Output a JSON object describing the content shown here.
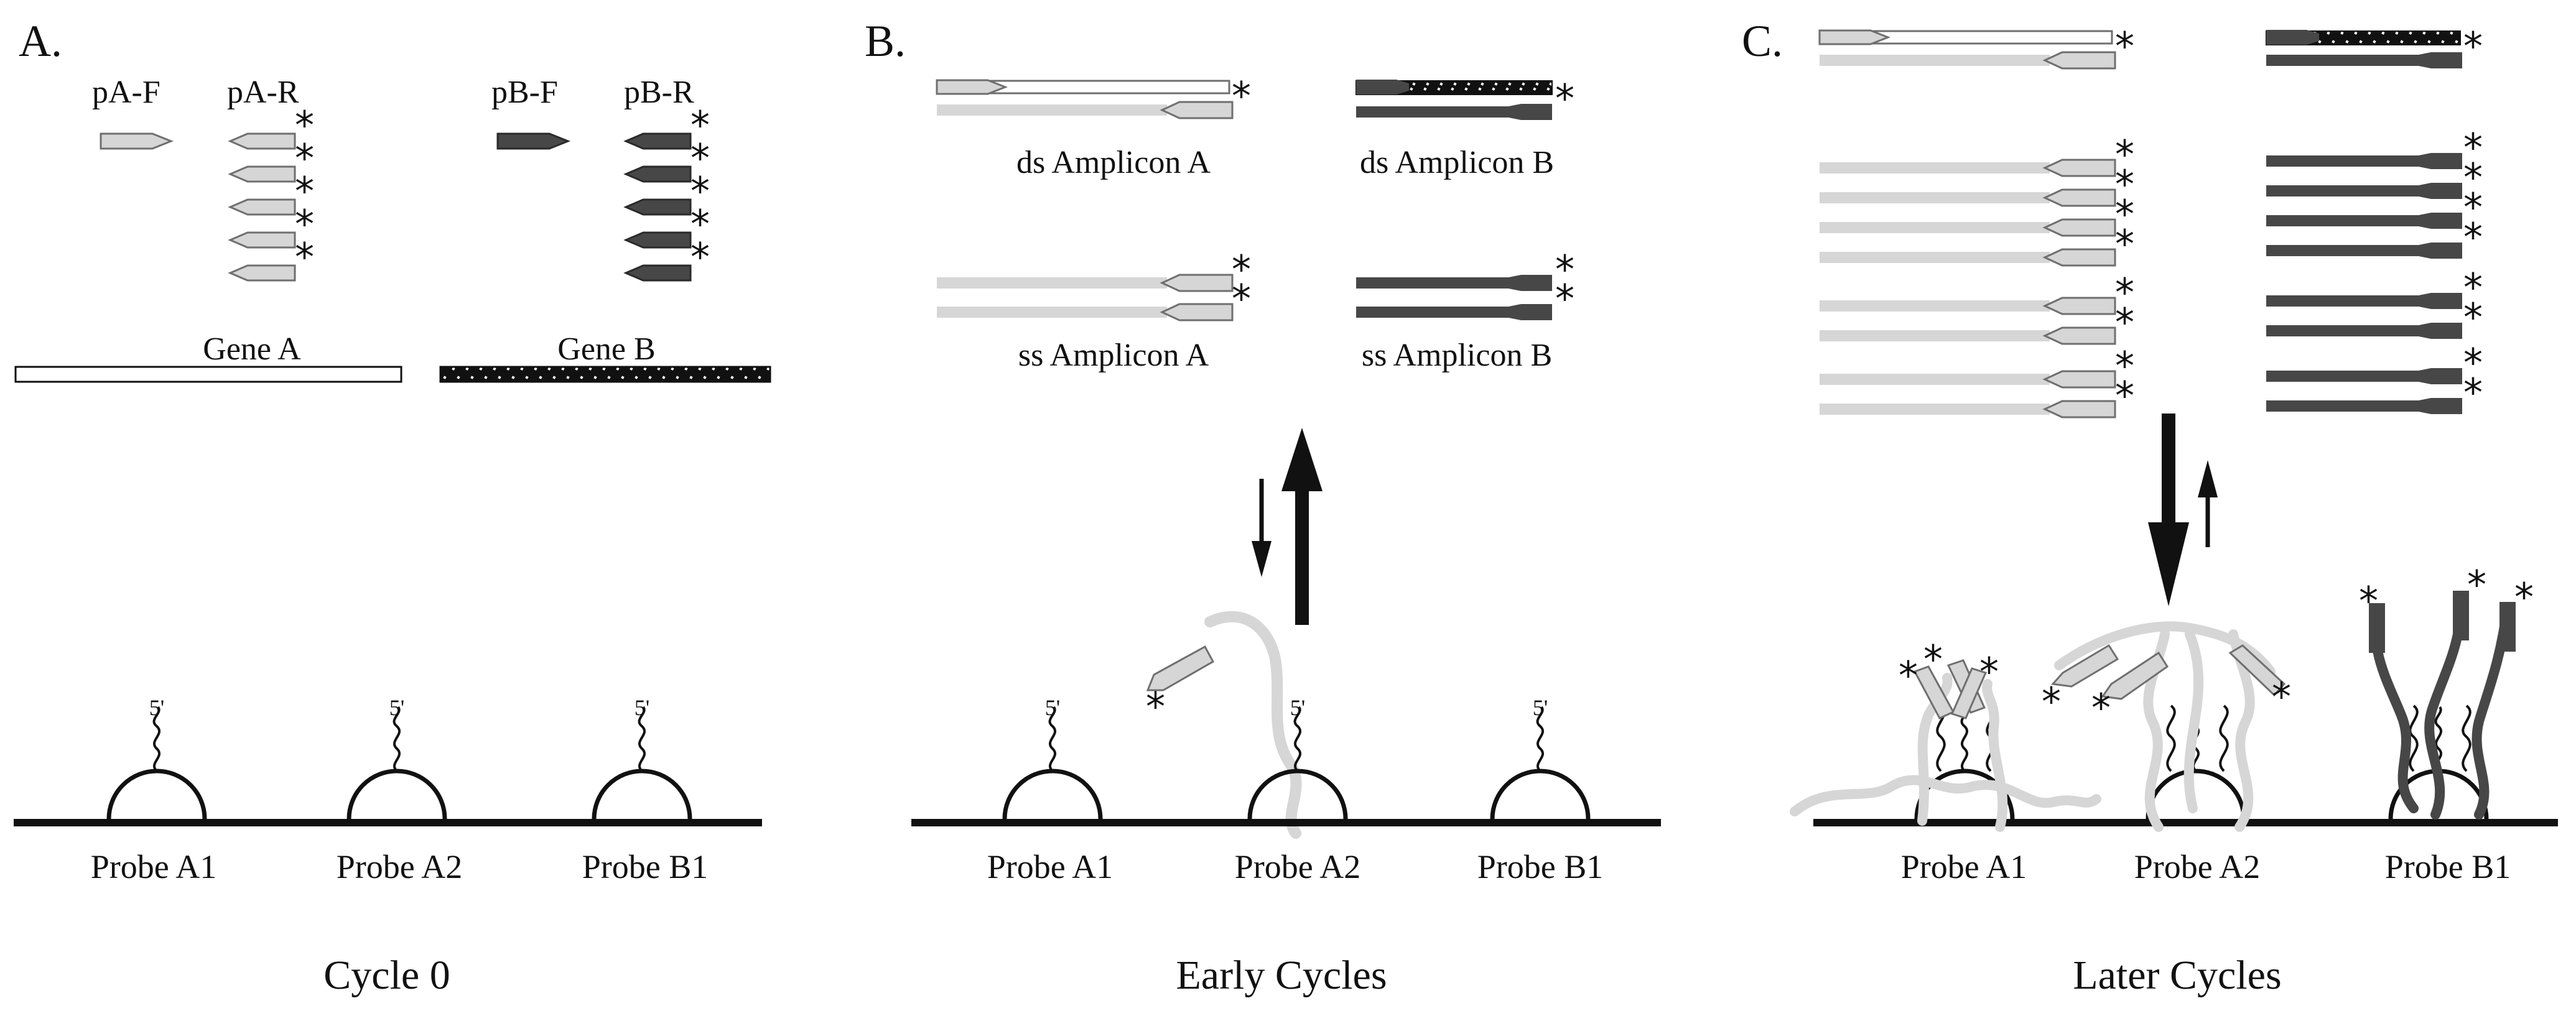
{
  "panels": {
    "a": {
      "letter": "A.",
      "caption": "Cycle 0",
      "primers": {
        "a_forward": "pA-F",
        "a_reverse": "pA-R",
        "b_forward": "pB-F",
        "b_reverse": "pB-R"
      },
      "genes": {
        "a": "Gene A",
        "b": "Gene B"
      },
      "probes": [
        "Probe A1",
        "Probe A2",
        "Probe B1"
      ]
    },
    "b": {
      "letter": "B.",
      "caption": "Early Cycles",
      "amplicons": {
        "ds_a": "ds Amplicon A",
        "ds_b": "ds Amplicon B",
        "ss_a": "ss Amplicon A",
        "ss_b": "ss Amplicon B"
      },
      "probes": [
        "Probe A1",
        "Probe A2",
        "Probe B1"
      ]
    },
    "c": {
      "letter": "C.",
      "caption": "Later Cycles",
      "probes": [
        "Probe A1",
        "Probe A2",
        "Probe B1"
      ]
    }
  },
  "label_marker": "*",
  "five_prime": "5'",
  "colors": {
    "amplicon_a": "#d6d6d6",
    "amplicon_a_outline": "#7a7a7a",
    "amplicon_b": "#474747",
    "gene_b_fill": "#111111",
    "line": "#111111"
  }
}
